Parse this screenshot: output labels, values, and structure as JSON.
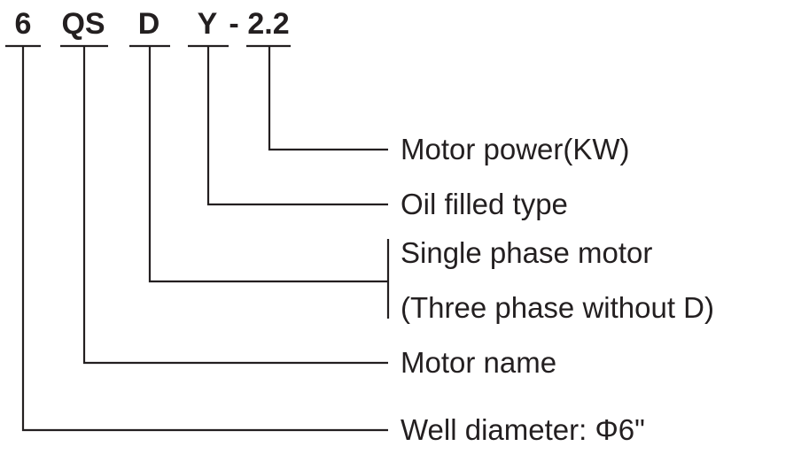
{
  "model_code": {
    "part_1": "6",
    "part_2": "QS",
    "part_3": "D",
    "part_4": "Y",
    "separator": "-",
    "part_5": "2.2"
  },
  "labels": {
    "motor_power": "Motor power(KW)",
    "oil_filled": "Oil filled type",
    "single_phase": "Single phase motor",
    "three_phase_note": "(Three phase without D)",
    "motor_name": "Motor name",
    "well_diameter": "Well diameter: Φ6\""
  },
  "colors": {
    "ink": "#231f20",
    "background": "#ffffff"
  }
}
